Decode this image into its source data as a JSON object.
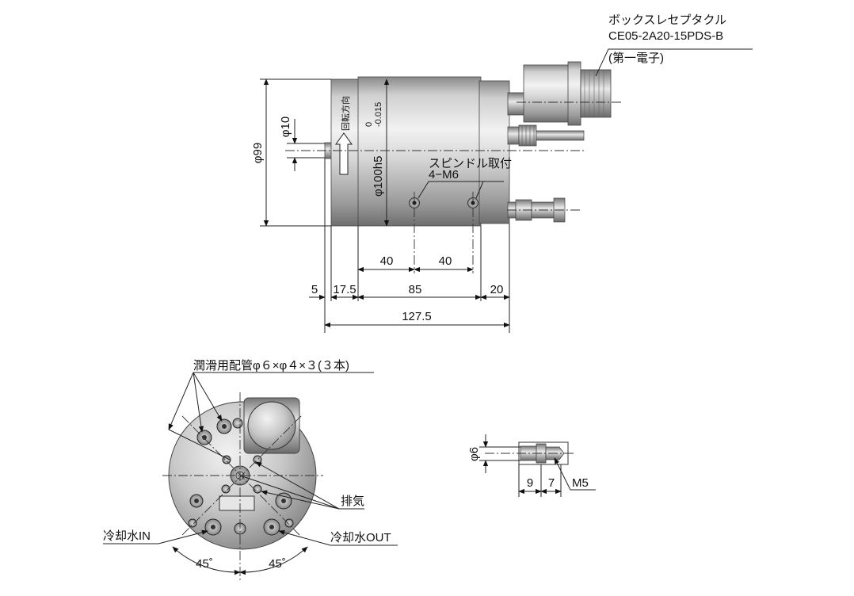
{
  "side_view": {
    "receptacle_label_1": "ボックスレセプタクル",
    "receptacle_label_2": "CE05-2A20-15PDS-B",
    "receptacle_label_3": "(第一電子)",
    "rotation_label": "回転方向",
    "dia_body": "φ100h5",
    "tol_upper": "0",
    "tol_lower": "-0.015",
    "dia_99": "φ99",
    "dia_10": "φ10",
    "mount_label_1": "スピンドル取付",
    "mount_label_2": "4−M6",
    "dim_40a": "40",
    "dim_40b": "40",
    "dim_5": "5",
    "dim_17_5": "17.5",
    "dim_85": "85",
    "dim_20": "20",
    "dim_127_5": "127.5"
  },
  "end_view": {
    "lube_label": "潤滑用配管φ６×φ４×３(３本)",
    "exhaust_label": "排気",
    "coolant_in": "冷却水IN",
    "coolant_out": "冷却水OUT",
    "angle_left": "45˚",
    "angle_right": "45˚"
  },
  "fitting_detail": {
    "dia_6": "φ6",
    "dim_9": "9",
    "dim_7": "7",
    "thread": "M5"
  }
}
